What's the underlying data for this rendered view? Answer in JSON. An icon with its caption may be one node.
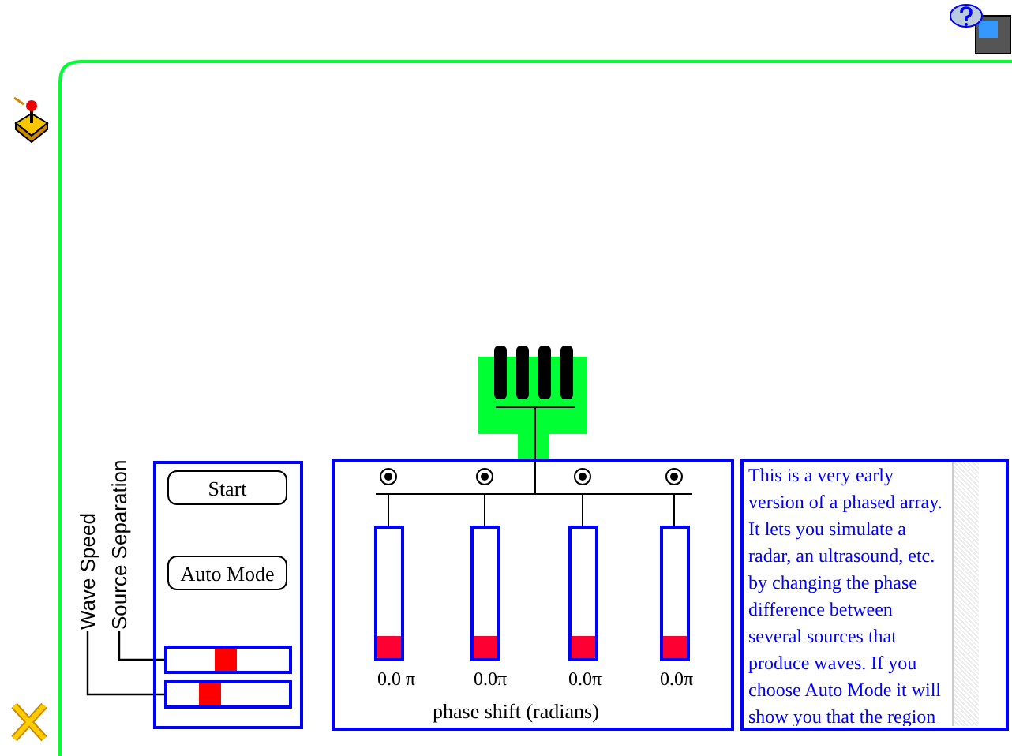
{
  "diagram": {
    "nodes": [
      {
        "text": [
          "Source Separation"
        ]
      },
      {
        "text": [
          "Wave Speed"
        ]
      },
      {
        "text": [],
        "shape": "bar"
      },
      {
        "text": [],
        "shape": "bar"
      }
    ],
    "edges": [
      {
        "from": 0,
        "to": 2,
        "arrow": "none"
      },
      {
        "from": 1,
        "to": 3,
        "arrow": "none"
      }
    ],
    "labels": [
      "Start",
      "Auto Mode",
      "0.0 π",
      "0.0π",
      "0.0π",
      "0.0π",
      "phase shift (radians)",
      "This is a very early version of a phased array. It lets you simulate a radar, an ultrasound, etc. by changing the phase difference between several sources that produce waves. If you choose Auto Mode it will show you that the region"
    ]
  }
}
